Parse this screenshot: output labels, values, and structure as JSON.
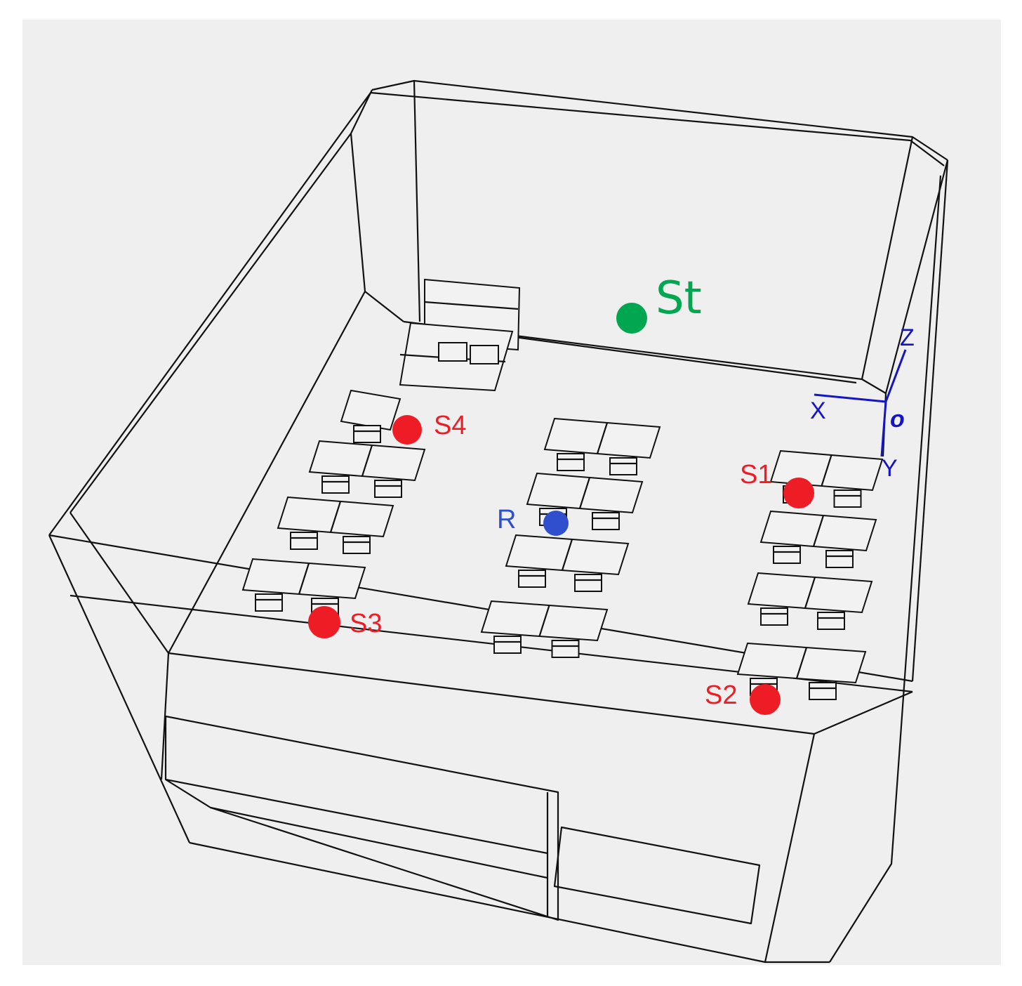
{
  "colors": {
    "background": "#efefef",
    "wireframe": "#111111",
    "speaker": "#ee1c24",
    "receiver": "#2f4fcf",
    "station": "#00a650",
    "axis": "#1515c8"
  },
  "markers": {
    "st": {
      "label": "St",
      "kind": "green-dot"
    },
    "r": {
      "label": "R",
      "kind": "blue-dot"
    },
    "s1": {
      "label": "S1",
      "kind": "red-dot"
    },
    "s2": {
      "label": "S2",
      "kind": "red-dot"
    },
    "s3": {
      "label": "S3",
      "kind": "red-dot"
    },
    "s4": {
      "label": "S4",
      "kind": "red-dot"
    }
  },
  "axes": {
    "x": "X",
    "y": "Y",
    "z": "Z",
    "origin": "o"
  }
}
